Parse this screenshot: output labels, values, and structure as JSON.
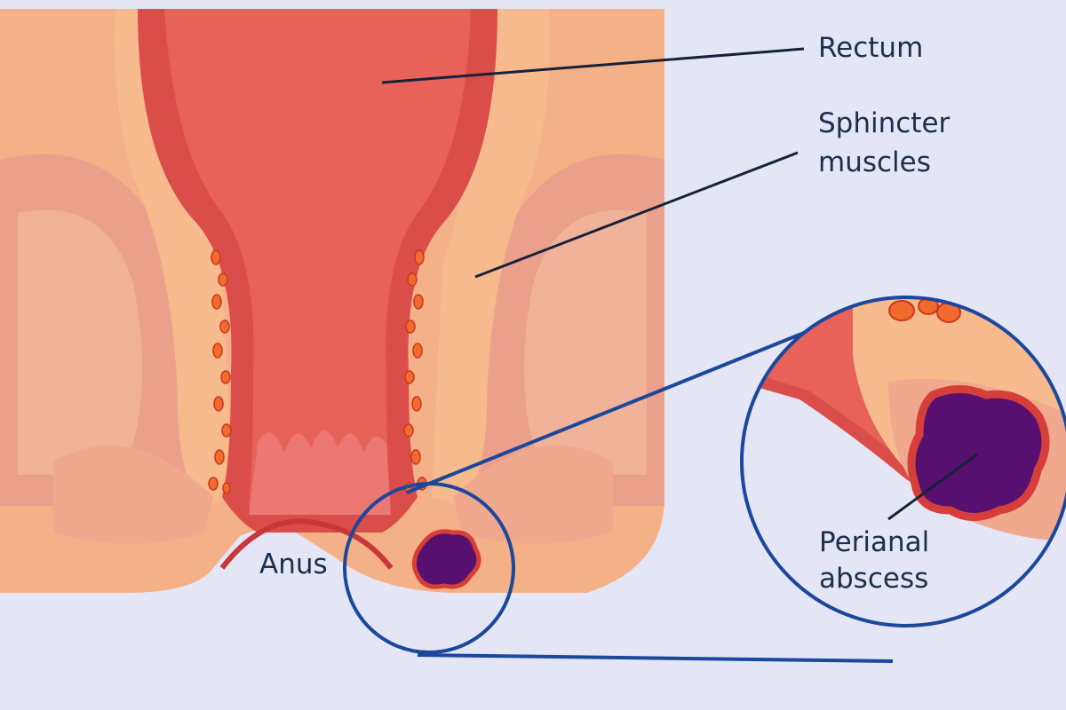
{
  "labels": {
    "rectum": "Rectum",
    "sphincter_line1": "Sphincter",
    "sphincter_line2": "muscles",
    "anus": "Anus",
    "abscess_line1": "Perianal",
    "abscess_line2": "abscess"
  },
  "colors": {
    "background": "#e4e6f5",
    "tissue_light": "#f6ba8c",
    "tissue_outer": "#f4b086",
    "muscle_pink": "#eba08c",
    "rectum_dark": "#db4d4a",
    "rectum_mid": "#e86259",
    "rectum_inner": "#ec7873",
    "abscess_purple": "#581070",
    "abscess_rim": "#d63e3a",
    "magnifier_blue": "#1b479c",
    "text": "#1c2f4e"
  }
}
